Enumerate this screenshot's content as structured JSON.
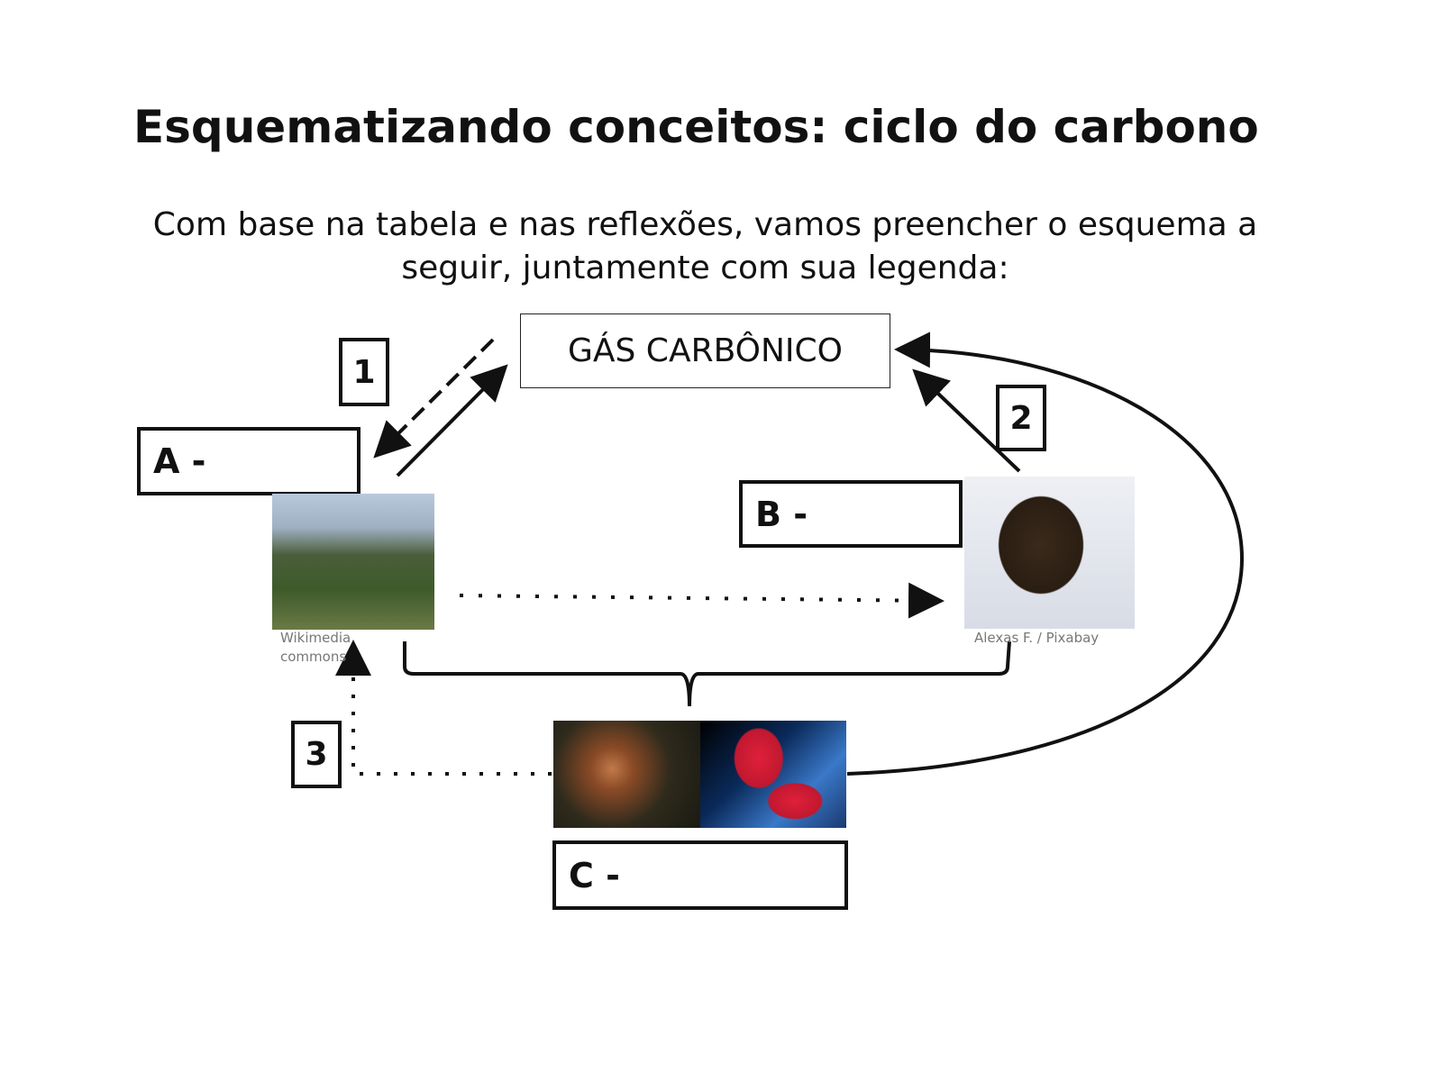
{
  "title": "Esquematizando conceitos: ciclo do carbono",
  "subtitle": "Com base na tabela e nas reflexões, vamos preencher o esquema a seguir, juntamente com sua legenda:",
  "gas_label": "GÁS CARBÔNICO",
  "boxes": {
    "a": "A -",
    "b": "B -",
    "c": "C -"
  },
  "numbers": {
    "n1": "1",
    "n2": "2",
    "n3": "3"
  },
  "credits": {
    "plants": "Wikimedia commons",
    "animal": "Alexas F. / Pixabay"
  },
  "icons": [
    "palm-trees-photo",
    "chimpanzee-photo",
    "mushrooms-photo",
    "bacteria-photo"
  ]
}
